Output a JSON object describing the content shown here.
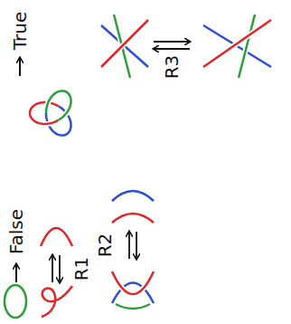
{
  "diagram": {
    "labels": [
      "False",
      "True",
      "R1",
      "R2",
      "R3"
    ]
  }
}
